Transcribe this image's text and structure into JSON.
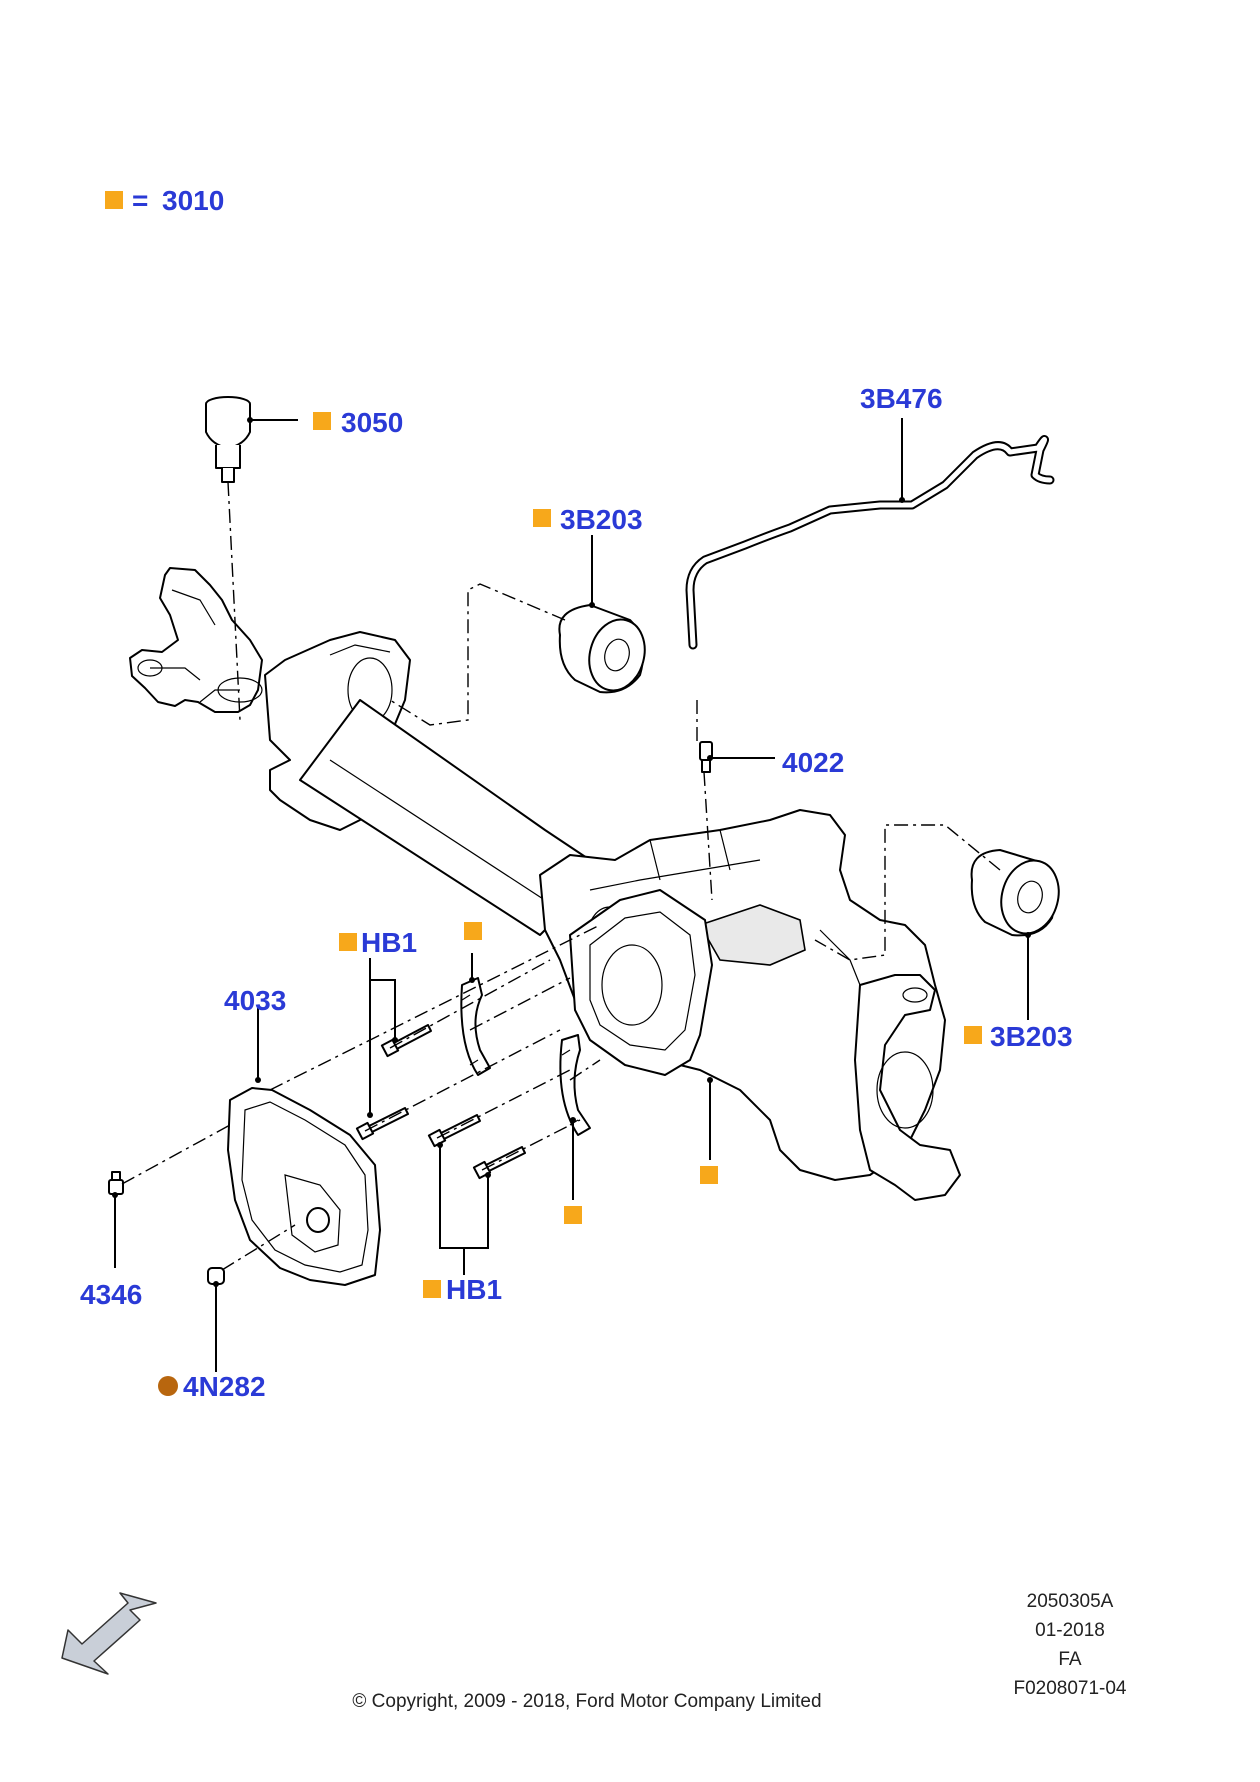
{
  "legend": {
    "swatch_color": "#f7a81b",
    "equals": "=",
    "code": "3010"
  },
  "callouts": {
    "ball_joint": "3050",
    "vent_hose": "3B476",
    "bushing_upper": "3B203",
    "bushing_right": "3B203",
    "vent_fitting": "4022",
    "cover": "4033",
    "bolt_group_upper": "HB1",
    "bolt_group_lower": "HB1",
    "cover_bolt": "4346",
    "plug": "4N282"
  },
  "marker_colors": {
    "square": "#f7a81b",
    "circle": "#b8660e"
  },
  "footer": {
    "code1": "2050305A",
    "date": "01-2018",
    "code2": "FA",
    "code3": "F0208071-04",
    "copyright": "© Copyright, 2009 - 2018, Ford Motor Company Limited"
  },
  "icons": {
    "direction": "front-arrow-icon"
  }
}
